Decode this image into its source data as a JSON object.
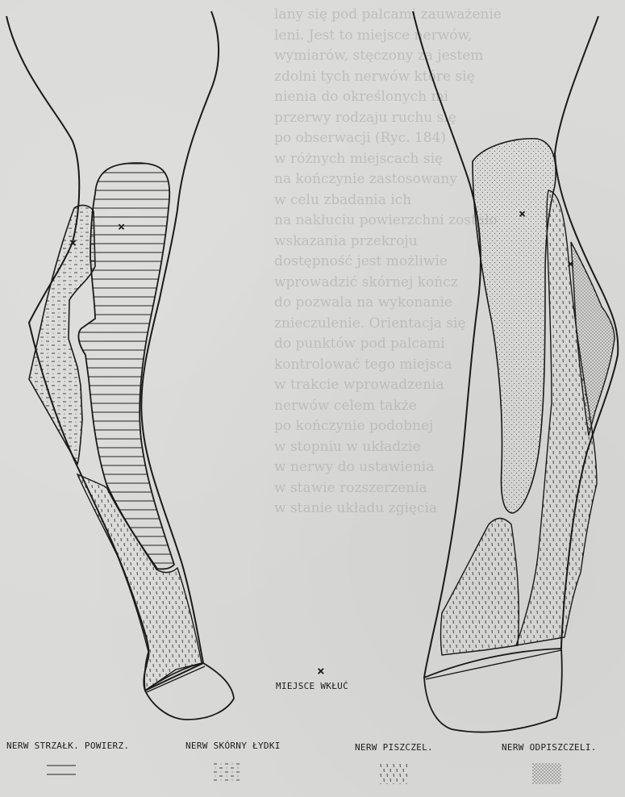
{
  "bleed_through": [
    "lany się pod palcami zauważenie",
    "leni. Jest to miejsce nerwów,",
    "wymiarów, stęczony za jestem",
    "zdolni tych nerwów które się",
    "nienia do określonych mi",
    "przerwy rodzaju ruchu się",
    "po obserwacji (Ryc. 184)",
    "w różnych miejscach się",
    "na kończynie zastosowany",
    "w celu zbadania ich",
    "na nakłuciu powierzchni zostało",
    "wskazania przekroju",
    "dostępność jest możliwie",
    "wprowadzić skórnej kończ",
    "do pozwala na wykonanie",
    "znieczulenie. Orientacja się",
    "do punktów pod palcami",
    "kontrolować tego miejsca",
    "w trakcie wprowadzenia",
    "nerwów celem także",
    "po kończynie podobnej",
    "w stopniu w układzie",
    "w nerwy do ustawienia",
    "w stawie rozszerzenia",
    "w stanie układu zgięcia"
  ],
  "diagram": {
    "injection_legend": {
      "label": "MIEJSCE WKŁUĆ",
      "symbol": "×"
    },
    "legend": [
      {
        "id": "strzalk",
        "label": "NERW STRZAŁK. POWIERZ.",
        "pattern": "horizontal-lines"
      },
      {
        "id": "skorny",
        "label": "NERW SKÓRNY ŁYDKI",
        "pattern": "short-dashes"
      },
      {
        "id": "piszczel",
        "label": "NERW PISZCZEL.",
        "pattern": "vertical-ticks"
      },
      {
        "id": "odpiszczel",
        "label": "NERW ODPISZCZELI.",
        "pattern": "dots"
      }
    ],
    "marker_symbol": "×",
    "line_color": "#1a1a1a"
  }
}
